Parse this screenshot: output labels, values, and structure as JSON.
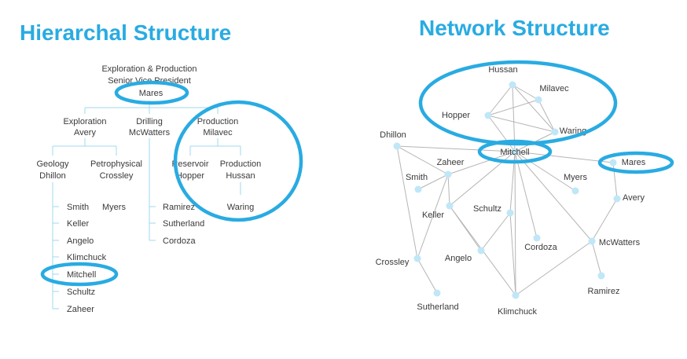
{
  "hierarchy": {
    "title": "Hierarchal Structure",
    "top_line1": "Exploration & Production",
    "top_line2": "Senior Vice President",
    "ceo": "Mares",
    "branches": [
      {
        "line1": "Exploration",
        "line2": "Avery"
      },
      {
        "line1": "Drilling",
        "line2": "McWatters"
      },
      {
        "line1": "Production",
        "line2": "Milavec"
      }
    ],
    "subs": [
      {
        "line1": "Geology",
        "line2": "Dhillon"
      },
      {
        "line1": "Petrophysical",
        "line2": "Crossley"
      },
      {
        "line1": "Reservoir",
        "line2": "Hopper"
      },
      {
        "line1": "Production",
        "line2": "Hussan"
      }
    ],
    "geology_list": [
      "Smith",
      "Keller",
      "Angelo",
      "Klimchuck",
      "Mitchell",
      "Schultz",
      "Zaheer"
    ],
    "petro_list": [
      "Myers"
    ],
    "drilling_list": [
      "Ramirez",
      "Sutherland",
      "Cordoza"
    ],
    "production_list": [
      "Waring"
    ]
  },
  "network": {
    "title": "Network Structure",
    "nodes": [
      {
        "name": "Hussan"
      },
      {
        "name": "Milavec"
      },
      {
        "name": "Hopper"
      },
      {
        "name": "Waring"
      },
      {
        "name": "Mitchell"
      },
      {
        "name": "Dhillon"
      },
      {
        "name": "Zaheer"
      },
      {
        "name": "Smith"
      },
      {
        "name": "Mares"
      },
      {
        "name": "Myers"
      },
      {
        "name": "Avery"
      },
      {
        "name": "Keller"
      },
      {
        "name": "Schultz"
      },
      {
        "name": "Angelo"
      },
      {
        "name": "Cordoza"
      },
      {
        "name": "McWatters"
      },
      {
        "name": "Crossley"
      },
      {
        "name": "Ramirez"
      },
      {
        "name": "Sutherland"
      },
      {
        "name": "Klimchuck"
      }
    ]
  },
  "colors": {
    "accent": "#29abe2",
    "line": "#9fd8ef",
    "node": "#bfe7f7",
    "edge": "#b5b5b5",
    "text": "#3a3a3a"
  }
}
